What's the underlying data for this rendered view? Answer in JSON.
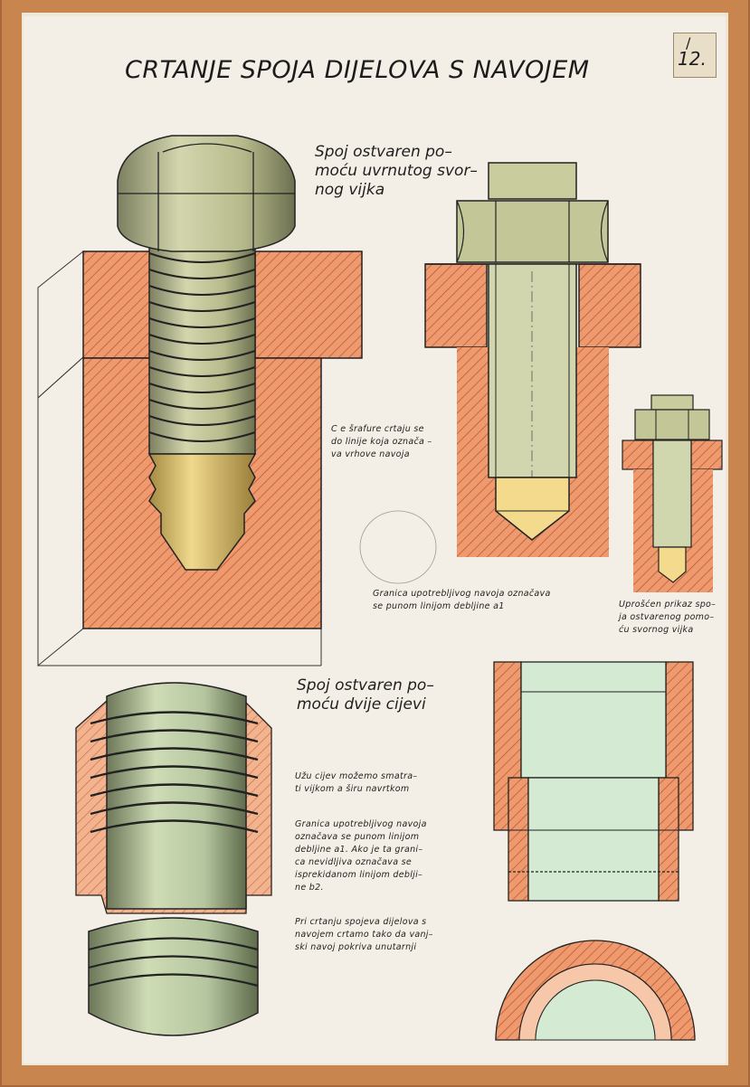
{
  "title": "CRTANJE SPOJA DIJELOVA S NAVOJEM",
  "badge": {
    "top": "/",
    "number": "12."
  },
  "captions": {
    "stud_joint": "Spoj ostvaren po–\nmoću uvrnutog svor–\nnog vijka",
    "hatching_note": "C e šrafure crtaju se\ndo linije koja označa –\nva vrhove navoja",
    "limit_note": "Granica upotrebljivog navoja označava\nse punom linijom debljine a1",
    "simplified_note": "Uprošćen prikaz spo–\nja ostvarenog pomo–\nću svornog vijka",
    "pipe_joint": "Spoj ostvaren po–\nmoću dvije cijevi",
    "pipe_note1": "Užu cijev možemo smatra–\nti vijkom a širu navrtkom",
    "pipe_note2": "Granica upotrebljivog navoja\noznačava se punom linijom\ndebljine a1. Ako je ta grani–\nca nevidljiva označava se\nisprekidanom linijom deblji–\nne b2.",
    "pipe_note3": "Pri crtanju spojeva dijelova s\nnavojem crtamo tako da vanj–\nski navoj pokriva unutarnji"
  },
  "colors": {
    "frame": "#c8864e",
    "board": "#f4efe6",
    "hatch_fill": "#ef9a6e",
    "bolt_green": "#c9cfa4",
    "bolt_yellow": "#ecd382",
    "pipe_green": "#cfe6cf",
    "ink": "#1c1c1c"
  },
  "icons": [
    "hex-head-bolt",
    "stud-bolt-with-nut",
    "threaded-pipe-joint"
  ]
}
